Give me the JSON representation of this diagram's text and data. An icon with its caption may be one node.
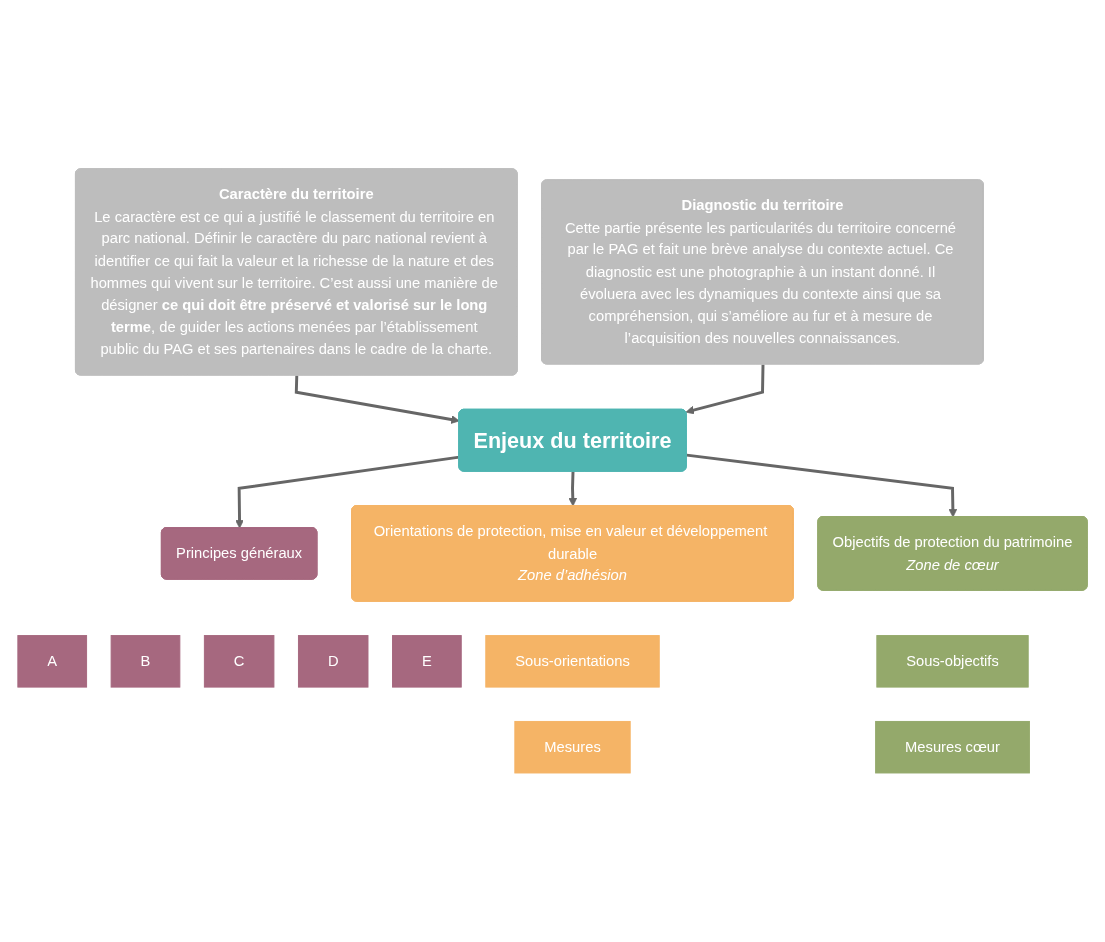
{
  "diagram": {
    "nodes": [
      {
        "text": [
          "Caractère du territoire",
          "Le caractère est ce qui a justifié le classement du territoire en parc national. Définir le caractère du parc national revient à identifier ce qui fait la valeur et la richesse de la nature et des hommes qui vivent sur le territoire. C’est aussi une manière de désigner **ce qui doit être préservé et valorisé sur le long terme**, de guider les actions menées par l’établissement public du PAG et ses partenaires dans le cadre de la charte."
        ]
      },
      {
        "text": [
          "Diagnostic du territoire",
          "Cette partie présente les particularités du territoire concerné par le PAG et fait une brève analyse du contexte actuel. Ce diagnostic est une photographie à un instant donné. Il évoluera avec les dynamiques du contexte ainsi que sa compréhension, qui s’améliore au fur et à mesure de l’acquisition des nouvelles connaissances."
        ]
      },
      {
        "text": [
          "Enjeux du territoire"
        ]
      },
      {
        "text": [
          "Principes généraux"
        ]
      },
      {
        "text": [
          "A"
        ]
      },
      {
        "text": [
          "B"
        ]
      },
      {
        "text": [
          "C"
        ]
      },
      {
        "text": [
          "D"
        ]
      },
      {
        "text": [
          "E"
        ]
      },
      {
        "text": [
          "Orientations de protection, mise en valeur et développement durable",
          "Zone d’adhésion"
        ]
      },
      {
        "text": [
          "Sous-orientations"
        ]
      },
      {
        "text": [
          "Mesures"
        ]
      },
      {
        "text": [
          "Objectifs de protection du patrimoine",
          "Zone de cœur"
        ]
      },
      {
        "text": [
          "Sous-objectifs"
        ]
      },
      {
        "text": [
          "Mesures cœur"
        ]
      }
    ],
    "edges": [
      {
        "from": 0,
        "to": 2,
        "arrow": "to"
      },
      {
        "from": 1,
        "to": 2,
        "arrow": "to"
      },
      {
        "from": 2,
        "to": 3,
        "arrow": "to"
      },
      {
        "from": 2,
        "to": 9,
        "arrow": "to"
      },
      {
        "from": 2,
        "to": 12,
        "arrow": "to"
      }
    ]
  }
}
